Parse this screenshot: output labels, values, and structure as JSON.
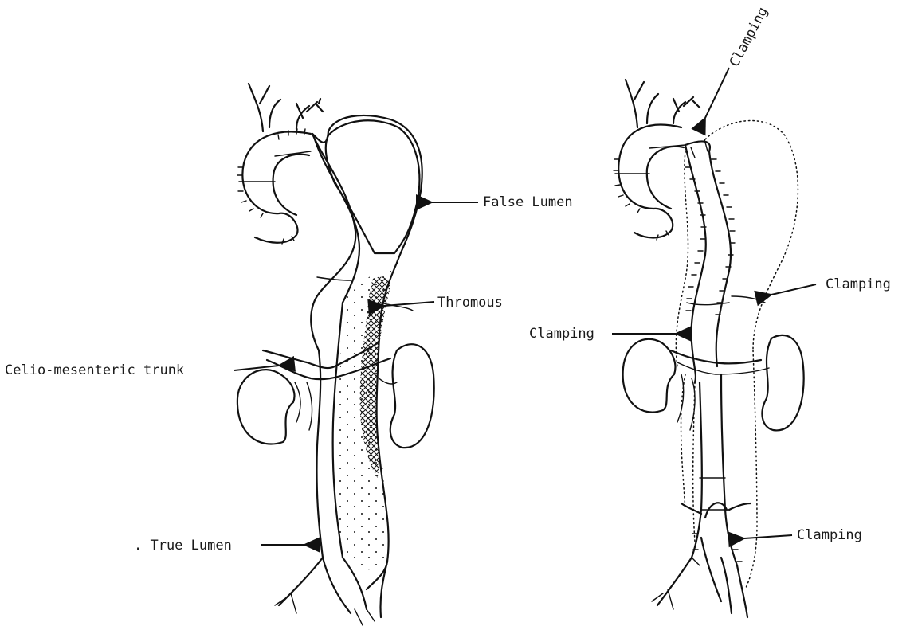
{
  "left_figure": {
    "labels": {
      "false_lumen": "False Lumen",
      "thrombus": "Thromous",
      "celio_mesenteric": "Celio-mesenteric trunk",
      "true_lumen": ". True Lumen"
    }
  },
  "right_figure": {
    "labels": {
      "clamping_top": "Clamping",
      "clamping_mid_right": "Clamping",
      "clamping_mid_left": "Clamping",
      "clamping_bottom": "Clamping"
    }
  }
}
